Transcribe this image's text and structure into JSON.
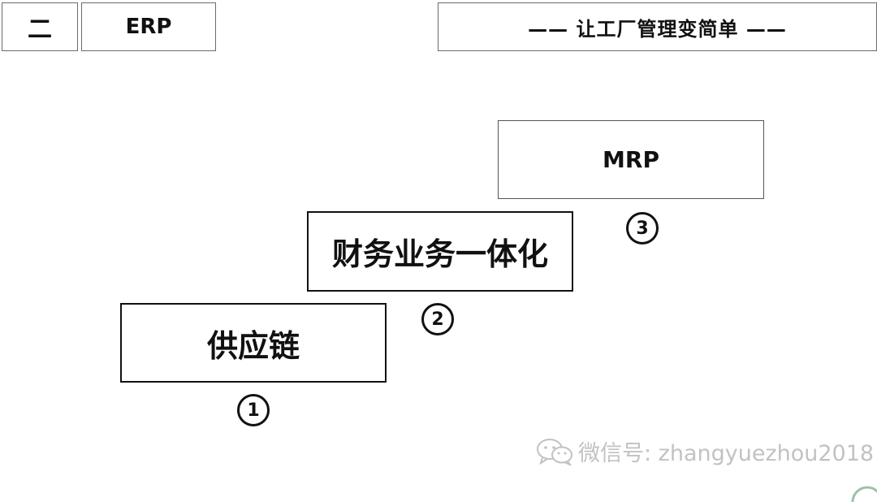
{
  "header": {
    "section_number": "二",
    "section_title": "ERP",
    "slogan": "—— 让工厂管理变简单 ——"
  },
  "steps": [
    {
      "label": "供应链",
      "marker": "1"
    },
    {
      "label": "财务业务一体化",
      "marker": "2"
    },
    {
      "label": "MRP",
      "marker": "3"
    }
  ],
  "watermark": {
    "icon": "wechat-icon",
    "text": "微信号: zhangyuezhou2018"
  }
}
